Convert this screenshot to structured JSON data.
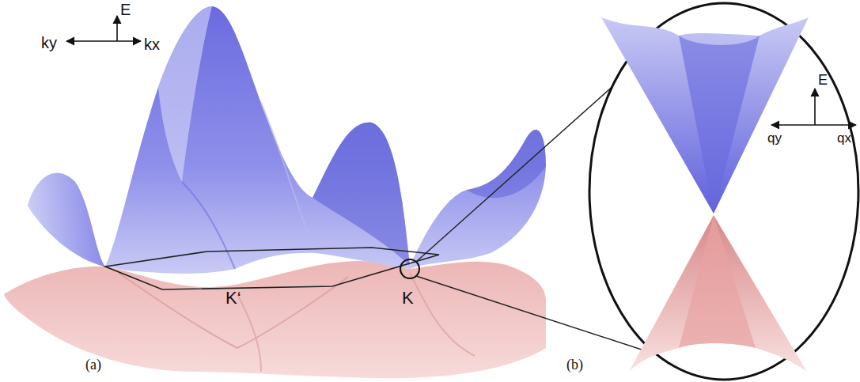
{
  "diagram": {
    "labels": [
      "E",
      "ky",
      "kx",
      "K‘",
      "K",
      "(a)",
      "(b)",
      "E",
      "qy",
      "qx"
    ]
  }
}
